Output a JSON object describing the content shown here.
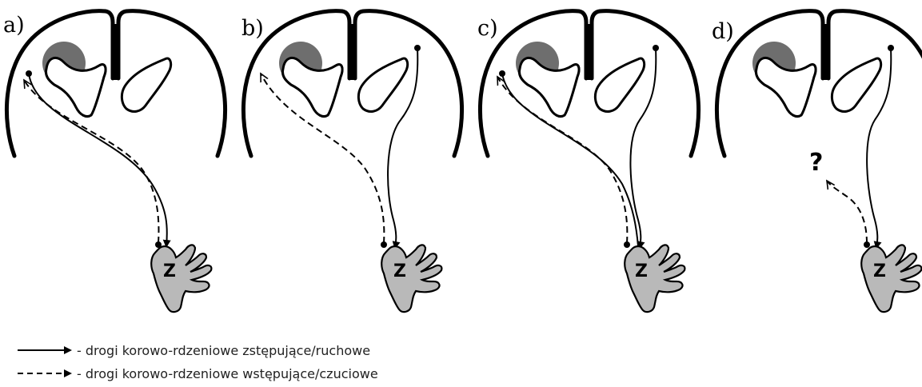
{
  "panels": [
    {
      "label": "a)",
      "hand_label": "Z",
      "unknown_marker": ""
    },
    {
      "label": "b)",
      "hand_label": "Z",
      "unknown_marker": ""
    },
    {
      "label": "c)",
      "hand_label": "Z",
      "unknown_marker": ""
    },
    {
      "label": "d)",
      "hand_label": "Z",
      "unknown_marker": "?"
    }
  ],
  "legend": {
    "solid": "- drogi korowo-rdzeniowe zstępujące/ruchowe",
    "dashed": "- drogi korowo-rdzeniowe wstępujące/czuciowe"
  },
  "colors": {
    "stroke": "#000000",
    "lesion": "#6e6e6e",
    "hand_fill": "#b9b9b9"
  }
}
